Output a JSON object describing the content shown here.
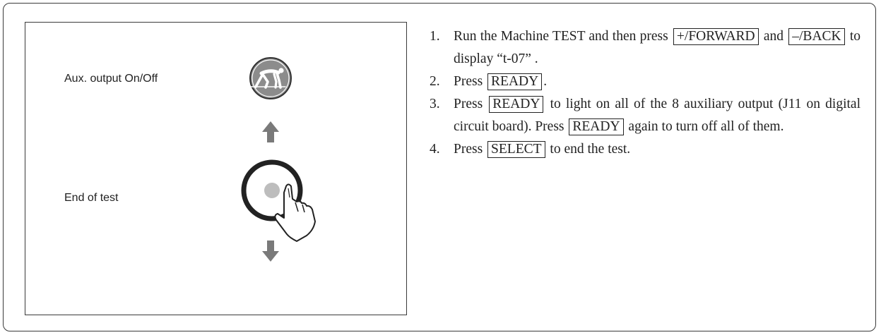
{
  "diagram": {
    "labels": {
      "aux_output": "Aux. output On/Off",
      "end_of_test": "End of test"
    },
    "icons": {
      "aux_output": "crawling-figure-icon",
      "up": "arrow-up-icon",
      "end_of_test": "press-button-hand-icon",
      "down": "arrow-down-icon"
    },
    "colors": {
      "icon_fill": "#8c8c8c",
      "arrow_fill": "#7a7a7a",
      "button_center": "#bdbdbd"
    }
  },
  "steps": [
    {
      "number": "1.",
      "parts": {
        "a": "Run the Machine TEST and then press",
        "key1": "+/FORWARD",
        "b": "and",
        "key2": "–/BACK",
        "c": "to display “t-07” ."
      }
    },
    {
      "number": "2.",
      "parts": {
        "a": "Press",
        "key1": "READY",
        "b": "."
      }
    },
    {
      "number": "3.",
      "parts": {
        "a": "Press",
        "key1": "READY",
        "b": "to light on all of the 8 auxiliary output (J11 on digital circuit board). Press",
        "key2": "READY",
        "c": "again to turn off all of them."
      }
    },
    {
      "number": "4.",
      "parts": {
        "a": "Press",
        "key1": "SELECT",
        "b": "to end the test."
      }
    }
  ]
}
